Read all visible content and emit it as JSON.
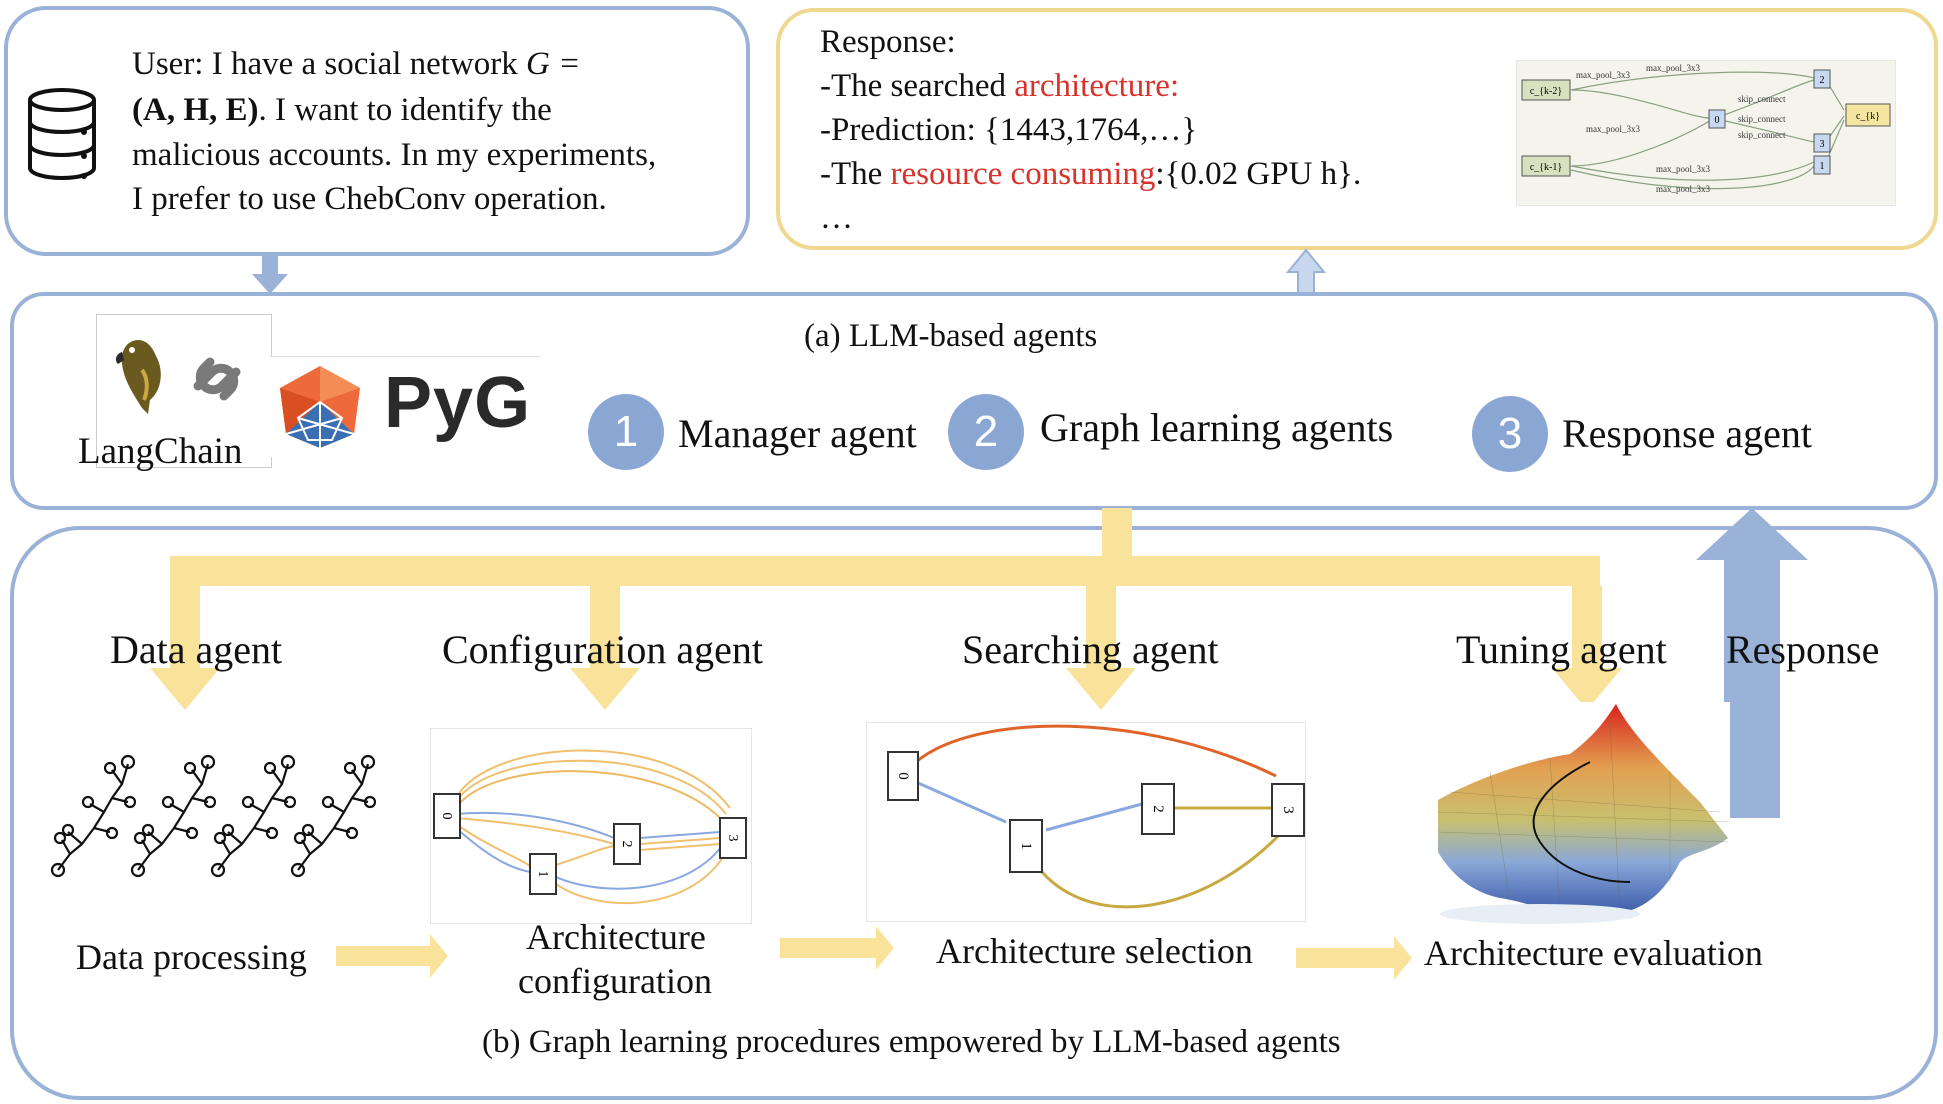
{
  "user_box": {
    "line1_prefix": "User: I have a social network ",
    "line1_math": "G =",
    "line2_math": "(A, H, E)",
    "line2_rest": ". I want to identify the",
    "line3": "malicious accounts. In my experiments,",
    "line4": "I prefer to use ChebConv operation."
  },
  "response_box": {
    "title": "Response:",
    "line1_prefix": "-The searched ",
    "line1_highlight": "architecture:",
    "line2": "-Prediction: {1443,1764,…}",
    "line3_prefix": "-The ",
    "line3_highlight": "resource consuming",
    "line3_suffix": ":{0.02 GPU h}.",
    "line4": "…",
    "mini_graph": {
      "nodes": [
        "c_{k-2}",
        "c_{k-1}",
        "0",
        "2",
        "3",
        "1",
        "c_{k}"
      ],
      "edges": [
        "max_pool_3x3",
        "max_pool_3x3",
        "max_pool_3x3",
        "skip_connect",
        "skip_connect",
        "skip_connect",
        "max_pool_3x3",
        "max_pool_3x3"
      ]
    }
  },
  "llm_section": {
    "title": "(a) LLM-based agents",
    "langchain_label": "LangChain",
    "pyg_label": "PyG",
    "agents": [
      {
        "number": "1",
        "label": "Manager agent"
      },
      {
        "number": "2",
        "label": "Graph learning agents"
      },
      {
        "number": "3",
        "label": "Response agent"
      }
    ]
  },
  "procedure_section": {
    "title": "(b) Graph learning procedures empowered by LLM-based agents",
    "agents": [
      "Data agent",
      "Configuration agent",
      "Searching agent",
      "Tuning agent"
    ],
    "response_label": "Response",
    "steps": {
      "data": "Data processing",
      "config_line1": "Architecture",
      "config_line2": "configuration",
      "selection": "Architecture selection",
      "evaluation": "Architecture evaluation"
    },
    "config_graph_nodes": [
      "0",
      "1",
      "2",
      "3"
    ],
    "selection_graph_nodes": [
      "0",
      "1",
      "2",
      "3"
    ]
  },
  "colors": {
    "box_border": "#9ab2d8",
    "response_border": "#f0d890",
    "yellow_arrow": "#f9e39b",
    "blue_arrow": "#9ab2d8",
    "circle": "#8aa7d4",
    "highlight_red": "#d8322a"
  },
  "icons": [
    "database-icon",
    "parrot-icon",
    "chain-link-icon",
    "pyg-logo-icon"
  ]
}
